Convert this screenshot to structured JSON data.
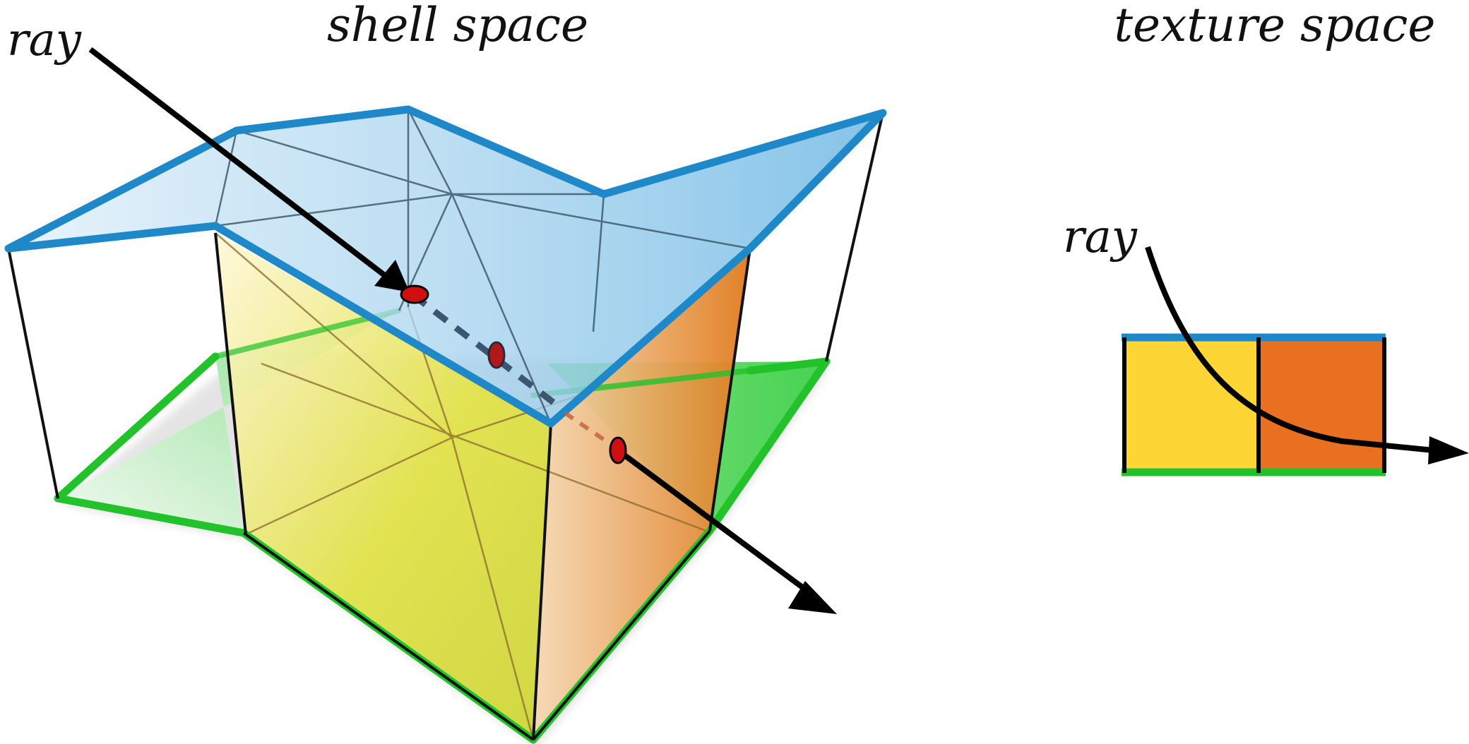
{
  "labels": {
    "shell_title": "shell space",
    "texture_title": "texture space",
    "ray_left": "ray",
    "ray_right": "ray"
  },
  "colors": {
    "top_edge": "#1e88c8",
    "bottom_edge": "#22c22a",
    "ray": "#000000",
    "hit_point": "#d01010",
    "texel_left": "#fdd535",
    "texel_right": "#e97020"
  }
}
